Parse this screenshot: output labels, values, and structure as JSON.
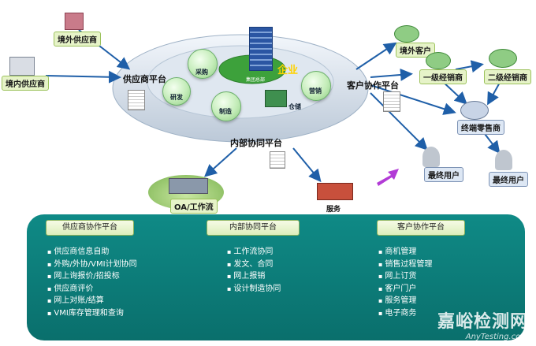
{
  "nodes": {
    "overseas_supplier": "境外供应商",
    "domestic_supplier": "境内供应商",
    "overseas_customer": "境外客户",
    "level1_dealer": "一级经销商",
    "level2_dealer": "二级经销商",
    "terminal_retailer": "终端零售商",
    "end_user_a": "最终用户",
    "end_user_b": "最终用户",
    "oa_workflow": "OA/工作流",
    "service": "服务"
  },
  "platforms": {
    "supplier": "供应商平台",
    "customer": "客户协作平台",
    "internal": "内部协同平台"
  },
  "enterprise": {
    "title": "企业",
    "subtitle": "集团总部",
    "modules": [
      "采购",
      "研发",
      "制造",
      "营销",
      "仓储"
    ]
  },
  "panel": {
    "columns": [
      {
        "title": "供应商协作平台",
        "items": [
          "供应商信息自助",
          "外购/外协/VMI计划协同",
          "网上询报价/招投标",
          "供应商评价",
          "网上对账/结算",
          "VMI库存管理和查询"
        ]
      },
      {
        "title": "内部协同平台",
        "items": [
          "工作流协同",
          "发文、合同",
          "网上报销",
          "设计制造协同"
        ]
      },
      {
        "title": "客户协作平台",
        "items": [
          "商机管理",
          "销售过程管理",
          "网上订货",
          "客户门户",
          "服务管理",
          "电子商务"
        ]
      }
    ]
  },
  "watermark": {
    "cn": "嘉峪检测网",
    "en": "AnyTesting.com"
  },
  "colors": {
    "panel": "#0a7a77",
    "arrow": "#1f5fa8",
    "highlight_arrow": "#b23bd6",
    "bubble": "#c3ecb8"
  }
}
